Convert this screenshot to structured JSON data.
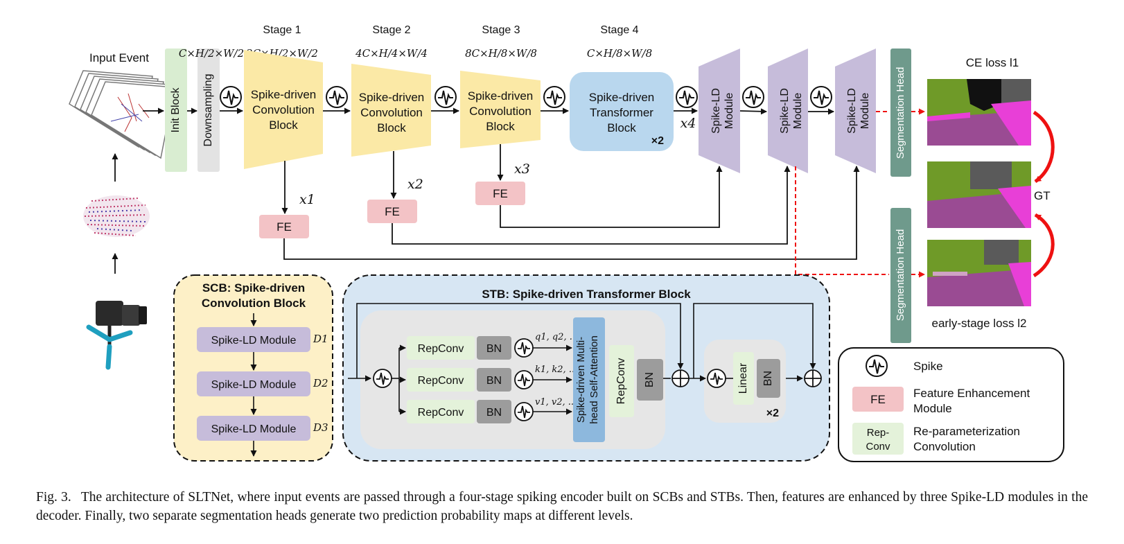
{
  "input": {
    "title": "Input Event"
  },
  "encoder": {
    "init_block": "Init Block",
    "downsampling": "Downsampling",
    "downsampling_dim": "C×H/2×W/2",
    "stages": [
      {
        "title": "Stage 1",
        "dim": "2C×H/2×W/2",
        "block": [
          "Spike-driven",
          "Convolution",
          "Block"
        ],
        "feature": "x1"
      },
      {
        "title": "Stage 2",
        "dim": "4C×H/4×W/4",
        "block": [
          "Spike-driven",
          "Convolution",
          "Block"
        ],
        "feature": "x2"
      },
      {
        "title": "Stage 3",
        "dim": "8C×H/8×W/8",
        "block": [
          "Spike-driven",
          "Convolution",
          "Block"
        ],
        "feature": "x3"
      },
      {
        "title": "Stage 4",
        "dim": "C×H/8×W/8",
        "block": [
          "Spike-driven",
          "Transformer",
          "Block"
        ],
        "repeat": "×2",
        "feature": "x4"
      }
    ],
    "fe_label": "FE"
  },
  "decoder": {
    "modules": [
      [
        "Spike-LD",
        "Module"
      ],
      [
        "Spike-LD",
        "Module"
      ],
      [
        "Spike-LD",
        "Module"
      ]
    ]
  },
  "heads": [
    "Segmentation Head",
    "Segmentation Head"
  ],
  "outputs": {
    "ce_loss": "CE loss l1",
    "gt": "GT",
    "early_loss": "early-stage loss l2"
  },
  "scb": {
    "title_lines": [
      "SCB: Spike-driven",
      "Convolution Block"
    ],
    "modules": [
      "Spike-LD Module",
      "Spike-LD Module",
      "Spike-LD Module"
    ],
    "module_tags": [
      "D1",
      "D2",
      "D3"
    ]
  },
  "stb": {
    "title": "STB: Spike-driven Transformer Block",
    "repconv": "RepConv",
    "bn": "BN",
    "qkv": [
      "q1, q2, ...",
      "k1, k2, ...",
      "v1, v2, ..."
    ],
    "attention": [
      "Spike-driven Multi-",
      "head Self-Attention"
    ],
    "linear": "Linear",
    "repeat": "×2"
  },
  "legend": {
    "spike": "Spike",
    "fe_box": "FE",
    "fe_text": [
      "Feature Enhancement",
      "Module"
    ],
    "rep_box": [
      "Rep-",
      "Conv"
    ],
    "rep_text": [
      "Re-parameterization",
      "Convolution"
    ]
  },
  "caption": {
    "fig": "Fig. 3.",
    "text": "The architecture of SLTNet, where input events are passed through a four-stage spiking encoder built on SCBs and STBs. Then, features are enhanced by three Spike-LD modules in the decoder. Finally, two separate segmentation heads generate two prediction probability maps at different levels."
  },
  "colors": {
    "init_green": "#d9edd1",
    "down_gray": "#e3e3e3",
    "scb_yellow": "#fbe9a6",
    "stb_blue": "#b9d7ee",
    "ld_purple": "#c6bcda",
    "fe_pink": "#f3c3c6",
    "head_teal": "#6f9a8c",
    "scb_bg": "#fdf0c7",
    "stb_bg": "#d7e6f3",
    "attn_blue": "#8db8dd",
    "bn_gray": "#9c9c9c",
    "rep_green": "#e4f2da",
    "red_arrow": "#e11",
    "seg_magenta": "#e83fd7",
    "seg_purple": "#9a4b93",
    "seg_green": "#6f9a28",
    "seg_gray": "#5a5a5a"
  }
}
